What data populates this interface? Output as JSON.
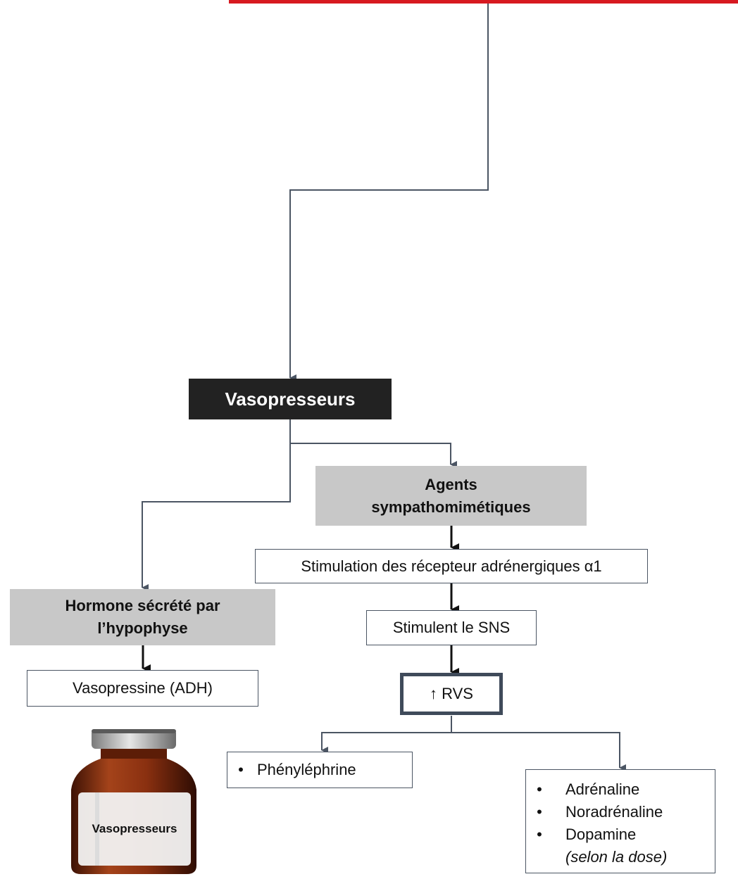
{
  "header": {
    "accent": "#d71920"
  },
  "nodes": {
    "vasopresseurs": "Vasopresseurs",
    "agents": {
      "line1": "Agents",
      "line2": "sympathomimétiques"
    },
    "stimulation": "Stimulation des récepteur adrénergiques α1",
    "stimulent": "Stimulent le SNS",
    "rvs": "↑ RVS",
    "hormone": {
      "line1": "Hormone sécrété par",
      "line2": "l’hypophyse"
    },
    "vasopressine": "Vasopressine (ADH)",
    "phenylephrine": "Phényléphrine",
    "drugs": [
      "Adrénaline",
      "Noradrénaline",
      "Dopamine"
    ],
    "drugs_note": "(selon la dose)",
    "bullet": "•"
  },
  "vial": {
    "label": "Vasopresseurs",
    "icon": "medicine-vial-icon"
  },
  "colors": {
    "dark_box": "#222222",
    "gray_box": "#c8c8c8",
    "connector": "#4b5563",
    "arrow_black": "#111111",
    "vial_body": "#8a3010"
  }
}
